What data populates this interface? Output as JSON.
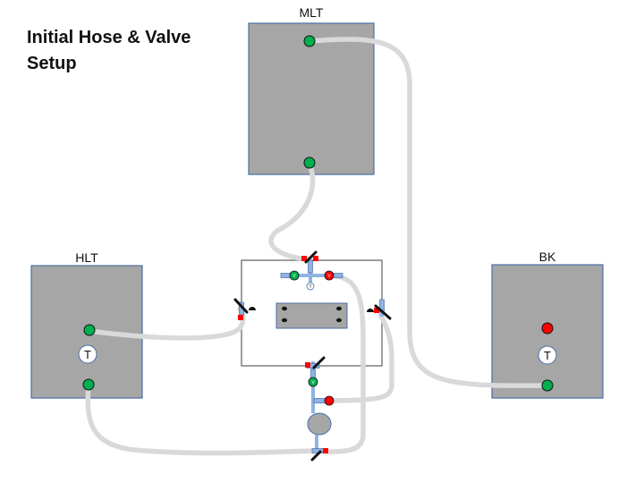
{
  "title": {
    "line1": "Initial Hose & Valve",
    "line2": "Setup"
  },
  "vessels": {
    "mlt": {
      "label": "MLT"
    },
    "hlt": {
      "label": "HLT",
      "thermometer": "T"
    },
    "bk": {
      "label": "BK",
      "thermometer": "T"
    }
  },
  "valves": {
    "left_label": "V",
    "right_label": "V",
    "lower_label": "V",
    "tee_label": "T"
  },
  "colors": {
    "vessel_fill": "#a6a6a6",
    "vessel_border": "#4a6fa5",
    "hose": "#d9d9d9",
    "port_open": "#00b050",
    "port_closed": "#ff0000",
    "fitting": "#8fb4e3",
    "handle": "#111111"
  },
  "icons": [
    "thermometer-icon",
    "valve-handle-icon",
    "pump-icon",
    "port-icon"
  ]
}
